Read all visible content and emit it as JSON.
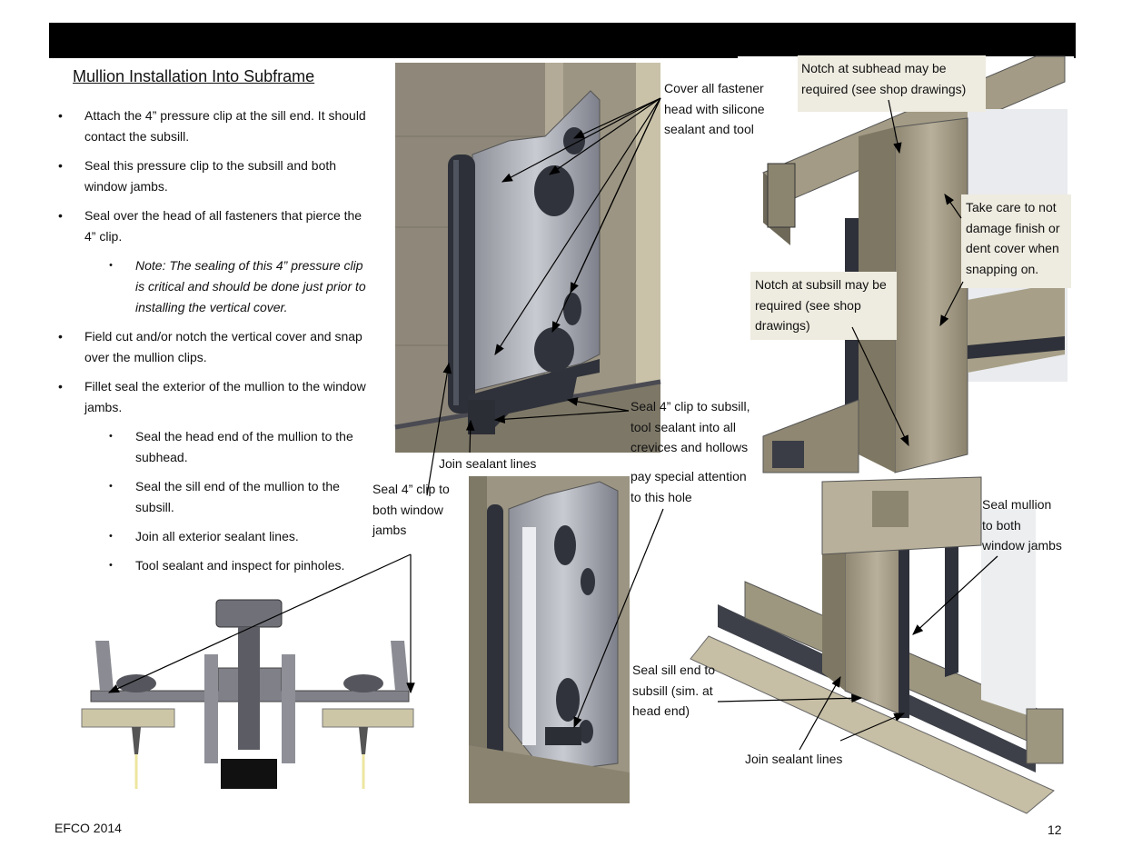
{
  "title": "Mullion Installation Into Subframe",
  "bullets": [
    {
      "text": "Attach the 4” pressure clip at the sill end.  It should contact the subsill.",
      "level": 1
    },
    {
      "text": "Seal this pressure clip to the subsill and both window jambs.",
      "level": 1
    },
    {
      "text": "Seal over the head of all fasteners that pierce the 4” clip.",
      "level": 1
    },
    {
      "text": "Note: The sealing of this 4” pressure clip is critical and should be done just prior to installing the vertical cover.",
      "level": 2
    },
    {
      "text": "Field cut and/or notch the vertical cover and snap over the mullion clips.",
      "level": 1
    },
    {
      "text": "Fillet seal the exterior of the mullion to the window jambs.",
      "level": 1
    },
    {
      "text": "Seal the head end of the mullion to the subhead.",
      "level": 2
    },
    {
      "text": "Seal the sill end of the mullion to the subsill.",
      "level": 2
    },
    {
      "text": "Join all exterior sealant lines.",
      "level": 2
    },
    {
      "text": "Tool sealant and inspect for pinholes.",
      "level": 2
    }
  ],
  "callouts": {
    "cover_fastener": "Cover all fastener head  with silicone sealant and tool",
    "notch_subhead": "Notch at subhead may be required (see shop drawings)",
    "take_care": "Take care to not damage finish or dent cover when snapping on.",
    "notch_subsill": "Notch at subsill may be required (see shop drawings)",
    "seal_clip_subsill": "Seal 4” clip to subsill, tool sealant into all crevices and hollows",
    "join_sealant_top": "Join sealant lines",
    "seal_clip_jambs": "Seal 4” clip to both window jambs",
    "pay_attention": "pay special attention to this hole",
    "seal_mullion_jambs": "Seal mullion to both window jambs",
    "seal_sill_end": "Seal sill end to subsill (sim. at head end)",
    "join_sealant_bottom": "Join sealant lines"
  },
  "footer": {
    "left": "EFCO 2014",
    "page_number": "12"
  },
  "colors": {
    "header_bar": "#000000",
    "callout_box": "#eeebe0",
    "aluminum": "#a89f88",
    "sealant": "#3a3d45"
  }
}
